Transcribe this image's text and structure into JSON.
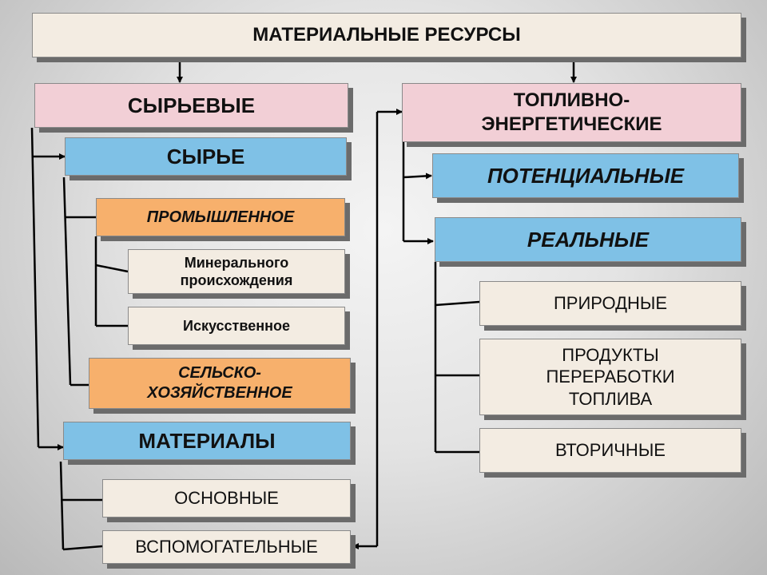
{
  "nodes": {
    "root": "МАТЕРИАЛЬНЫЕ РЕСУРСЫ",
    "raw_group": "СЫРЬЕВЫЕ",
    "fuel_group": "ТОПЛИВНО-\nЭНЕРГЕТИЧЕСКИЕ",
    "raw": "СЫРЬЕ",
    "industrial": "ПРОМЫШЛЕННОЕ",
    "mineral": "Минерального\nпроисхождения",
    "artificial": "Искусственное",
    "agricultural": "СЕЛЬСКО-\nХОЗЯЙСТВЕННОЕ",
    "materials": "МАТЕРИАЛЫ",
    "basic": "ОСНОВНЫЕ",
    "auxiliary": "ВСПОМОГАТЕЛЬНЫЕ",
    "potential": "ПОТЕНЦИАЛЬНЫЕ",
    "real": "РЕАЛЬНЫЕ",
    "natural": "ПРИРОДНЫЕ",
    "processed": "ПРОДУКТЫ\nПЕРЕРАБОТКИ\nТОПЛИВА",
    "secondary": "ВТОРИЧНЫЕ"
  },
  "colors": {
    "cream": "#f3ece2",
    "pink": "#f2cfd6",
    "blue": "#7fc1e6",
    "orange": "#f7b06c",
    "line": "#000000"
  }
}
